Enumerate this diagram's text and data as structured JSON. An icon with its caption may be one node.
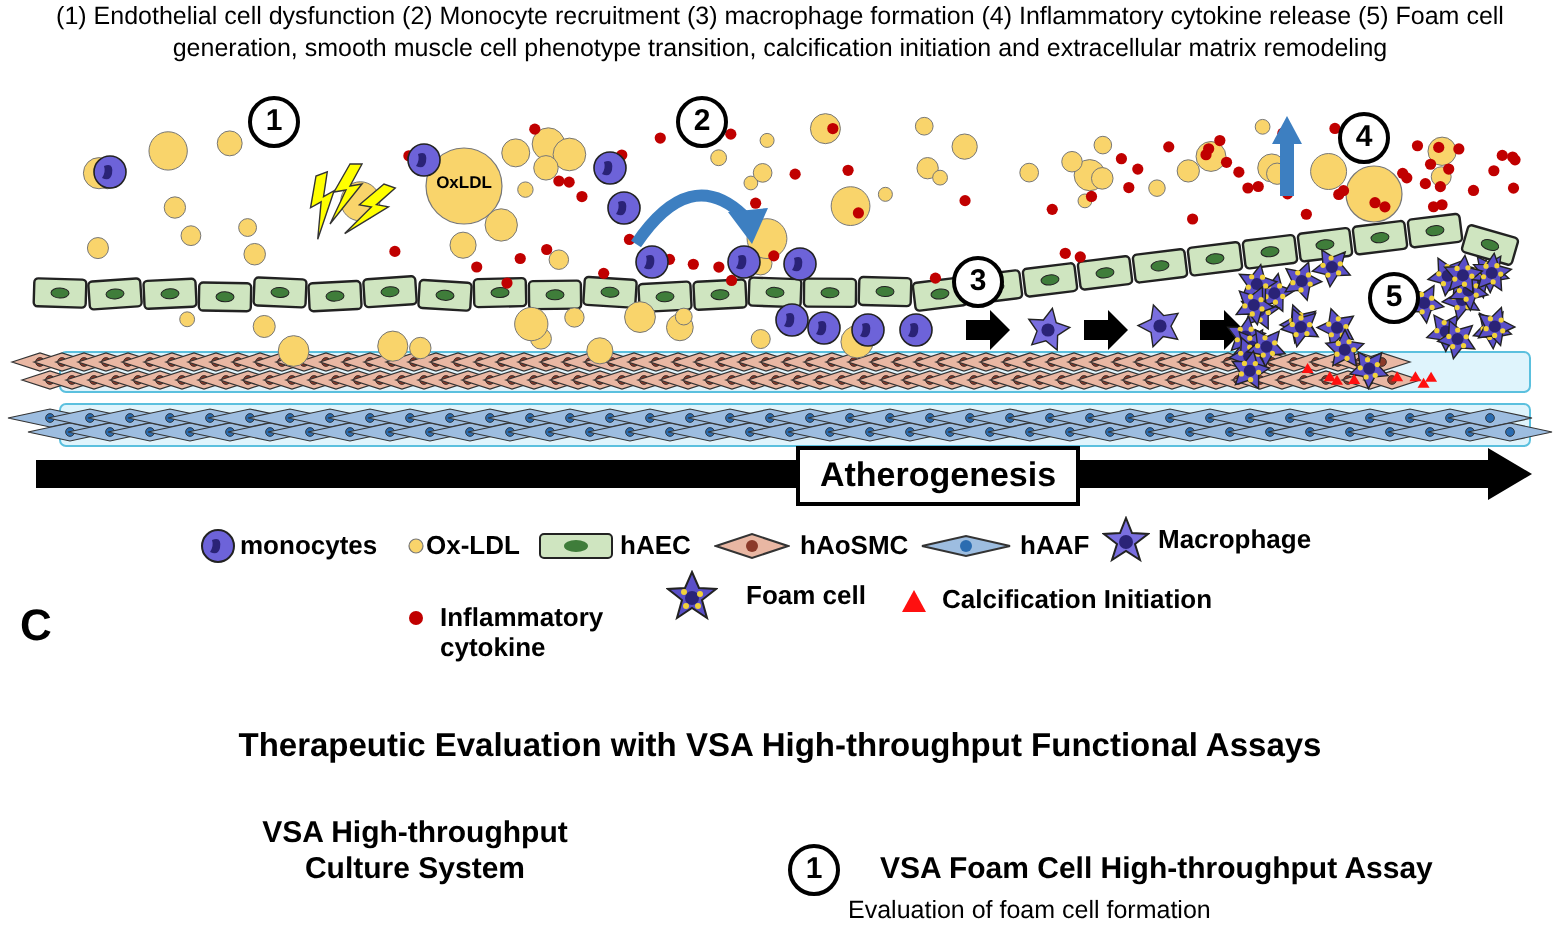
{
  "diagram": {
    "labels": [
      "(1) Endothelial cell dysfunction (2) Monocyte recruitment (3) macrophage formation (4) Inflammatory cytokine release (5) Foam cell generation, smooth muscle cell phenotype transition, calcification initiation and extracellular matrix remodeling",
      "1",
      "OxLDL",
      "2",
      "4",
      "3",
      "5",
      "Atherogenesis",
      "C",
      "Therapeutic Evaluation with VSA High-throughput Functional Assays",
      "VSA High-throughput Culture System",
      "1",
      "VSA Foam Cell High-throughput Assay",
      "Evaluation of foam cell formation"
    ],
    "legend": [
      {
        "text": "monocytes"
      },
      {
        "text": "Ox-LDL"
      },
      {
        "text": "hAEC"
      },
      {
        "text": "hAoSMC"
      },
      {
        "text": "hAAF"
      },
      {
        "text": "Macrophage"
      },
      {
        "text": "Inflammatory cytokine"
      },
      {
        "text": "Foam cell"
      },
      {
        "text": "Calcification Initiation"
      }
    ]
  }
}
